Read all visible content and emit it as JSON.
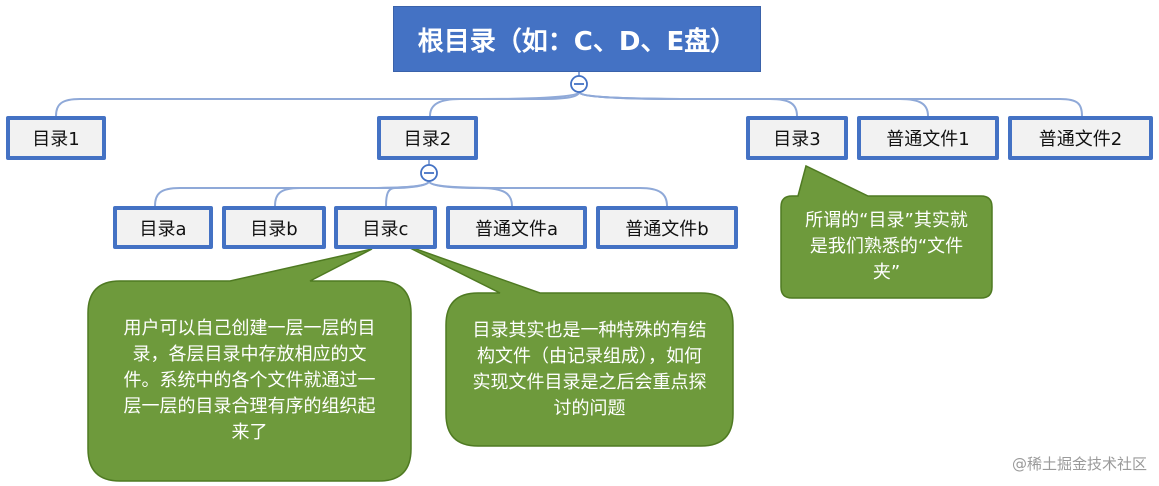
{
  "root": {
    "label": "根目录（如：C、D、E盘）"
  },
  "level1": [
    {
      "label": "目录1"
    },
    {
      "label": "目录2"
    },
    {
      "label": "目录3"
    },
    {
      "label": "普通文件1"
    },
    {
      "label": "普通文件2"
    }
  ],
  "level2": [
    {
      "label": "目录a"
    },
    {
      "label": "目录b"
    },
    {
      "label": "目录c"
    },
    {
      "label": "普通文件a"
    },
    {
      "label": "普通文件b"
    }
  ],
  "callouts": {
    "dir3_note": "所谓的“目录”其实就是我们熟悉的“文件夹”",
    "user_note": "用户可以自己创建一层一层的目录，各层目录中存放相应的文件。系统中的各个文件就通过一层一层的目录合理有序的组织起来了",
    "dirc_note": "目录其实也是一种特殊的有结构文件（由记录组成），如何实现文件目录是之后会重点探讨的问题"
  },
  "watermark": "@稀土掘金技术社区",
  "colors": {
    "node_border": "#4472c4",
    "root_fill": "#4472c4",
    "connector": "#8fa9d8",
    "callout_fill": "#6e9a3c",
    "callout_border": "#4f7a22"
  },
  "icons": {
    "collapse": "minus-circle-icon"
  }
}
